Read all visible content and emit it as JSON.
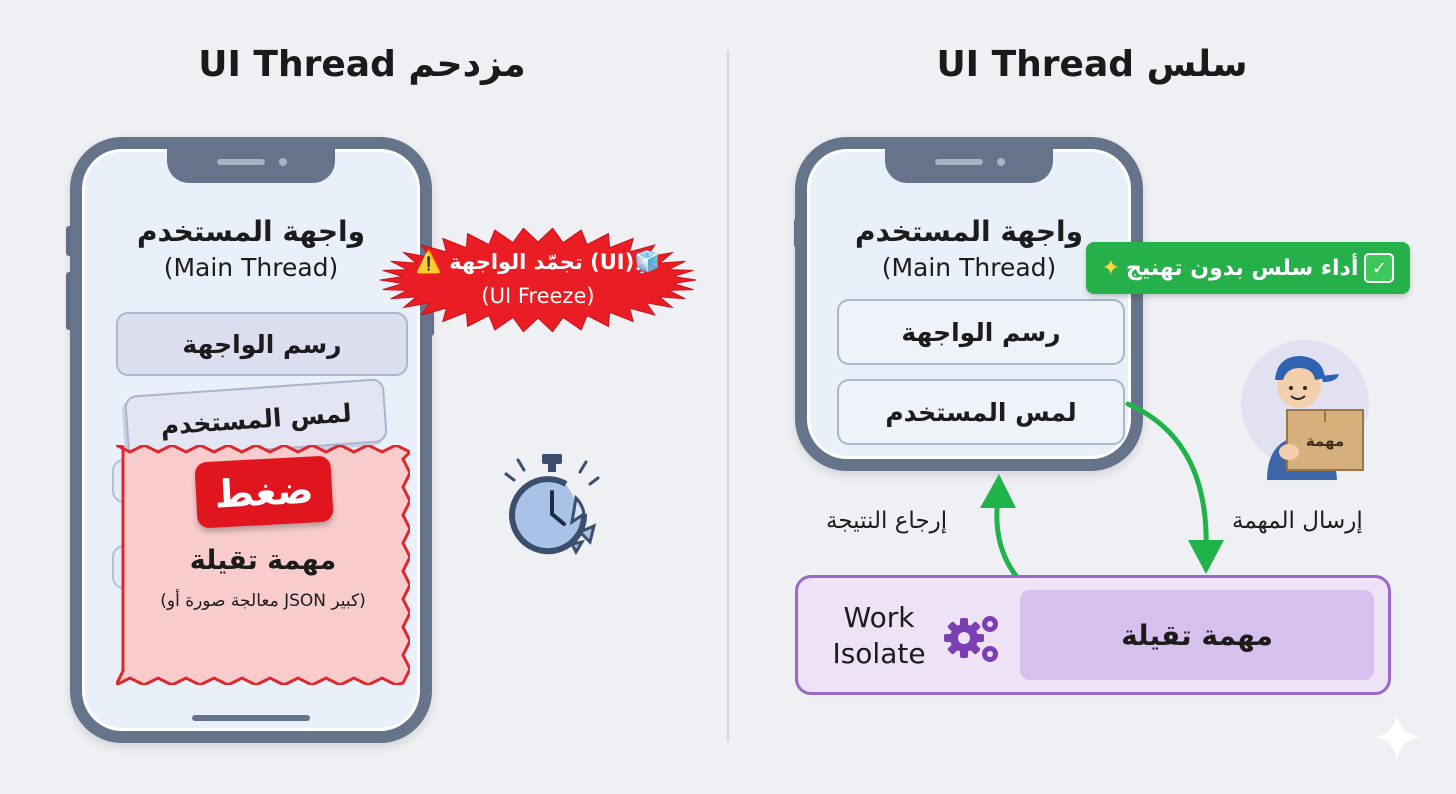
{
  "left_panel": {
    "title": "UI Thread مزدحم",
    "ui_title": "واجهة المستخدم",
    "ui_subtitle": "(Main Thread)",
    "render_label": "رسم الواجهة",
    "touch_label": "لمس المستخدم",
    "pressure_badge": "ضغط",
    "heavy_task_title": "مهمة تقيلة",
    "heavy_task_desc": "(معالجة صورة أو JSON كبير)",
    "freeze_line1": "⚠️ تجمّد الواجهة (UI)🧊",
    "freeze_line2": "(UI Freeze)",
    "icons": [
      "warning-icon",
      "ice-cube-icon",
      "broken-stopwatch-icon"
    ]
  },
  "right_panel": {
    "title": "UI Thread سلس",
    "ui_title": "واجهة المستخدم",
    "ui_subtitle": "(Main Thread)",
    "render_label": "رسم الواجهة",
    "touch_label": "لمس المستخدم",
    "smooth_badge": "أداء سلس بدون تهنيج",
    "send_task_label": "إرسال المهمة",
    "return_result_label": "إرجاع النتيجة",
    "courier_box_label": "مهمة",
    "isolate_label_1": "Work",
    "isolate_label_2": "Isolate",
    "isolate_task": "مهمة تقيلة",
    "icons": [
      "check-icon",
      "sparkle-icon",
      "gears-icon",
      "courier-icon"
    ]
  },
  "colors": {
    "background": "#eff0f4",
    "phone_frame": "#65748a",
    "alert_red": "#e0151d",
    "success_green": "#25b04a",
    "arrow_green": "#1fb34a",
    "isolate_purple": "#9a68c7",
    "isolate_fill": "#ede2f6"
  }
}
